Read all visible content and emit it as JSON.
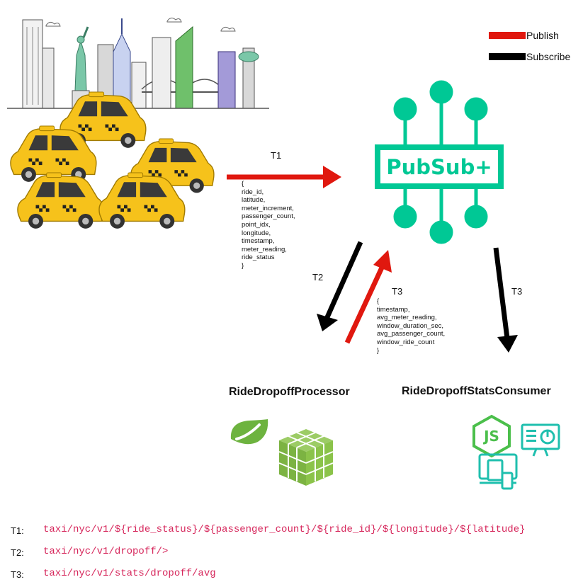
{
  "legend": {
    "publish_label": "Publish",
    "subscribe_label": "Subscribe",
    "publish_color": "#e0180f",
    "subscribe_color": "#000000"
  },
  "broker": {
    "label": "PubSub+",
    "color": "#00c895"
  },
  "flows": {
    "t1": {
      "label": "T1",
      "payload": "{\nride_id,\nlatitude,\nmeter_increment,\npassenger_count,\npoint_idx,\nlongitude,\ntimestamp,\nmeter_reading,\nride_status\n}"
    },
    "t2": {
      "label": "T2"
    },
    "t3_publish": {
      "label": "T3",
      "payload": "{\ntimestamp,\navg_meter_reading,\nwindow_duration_sec,\navg_passenger_count,\nwindow_ride_count\n}"
    },
    "t3_subscribe": {
      "label": "T3"
    }
  },
  "services": {
    "processor": "RideDropoffProcessor",
    "consumer": "RideDropoffStatsConsumer"
  },
  "topics": [
    {
      "key": "T1:",
      "value": "taxi/nyc/v1/${ride_status}/${passenger_count}/${ride_id}/${longitude}/${latitude}"
    },
    {
      "key": "T2:",
      "value": "taxi/nyc/v1/dropoff/>"
    },
    {
      "key": "T3:",
      "value": "taxi/nyc/v1/stats/dropoff/avg"
    }
  ],
  "icons": {
    "city": "city-skyline-icon",
    "taxis": "taxi-fleet-icon",
    "spring": "spring-leaf-icon",
    "cube": "cube-stack-icon",
    "nodejs": "nodejs-icon",
    "dashboard": "dashboard-icon",
    "devices": "devices-icon"
  }
}
